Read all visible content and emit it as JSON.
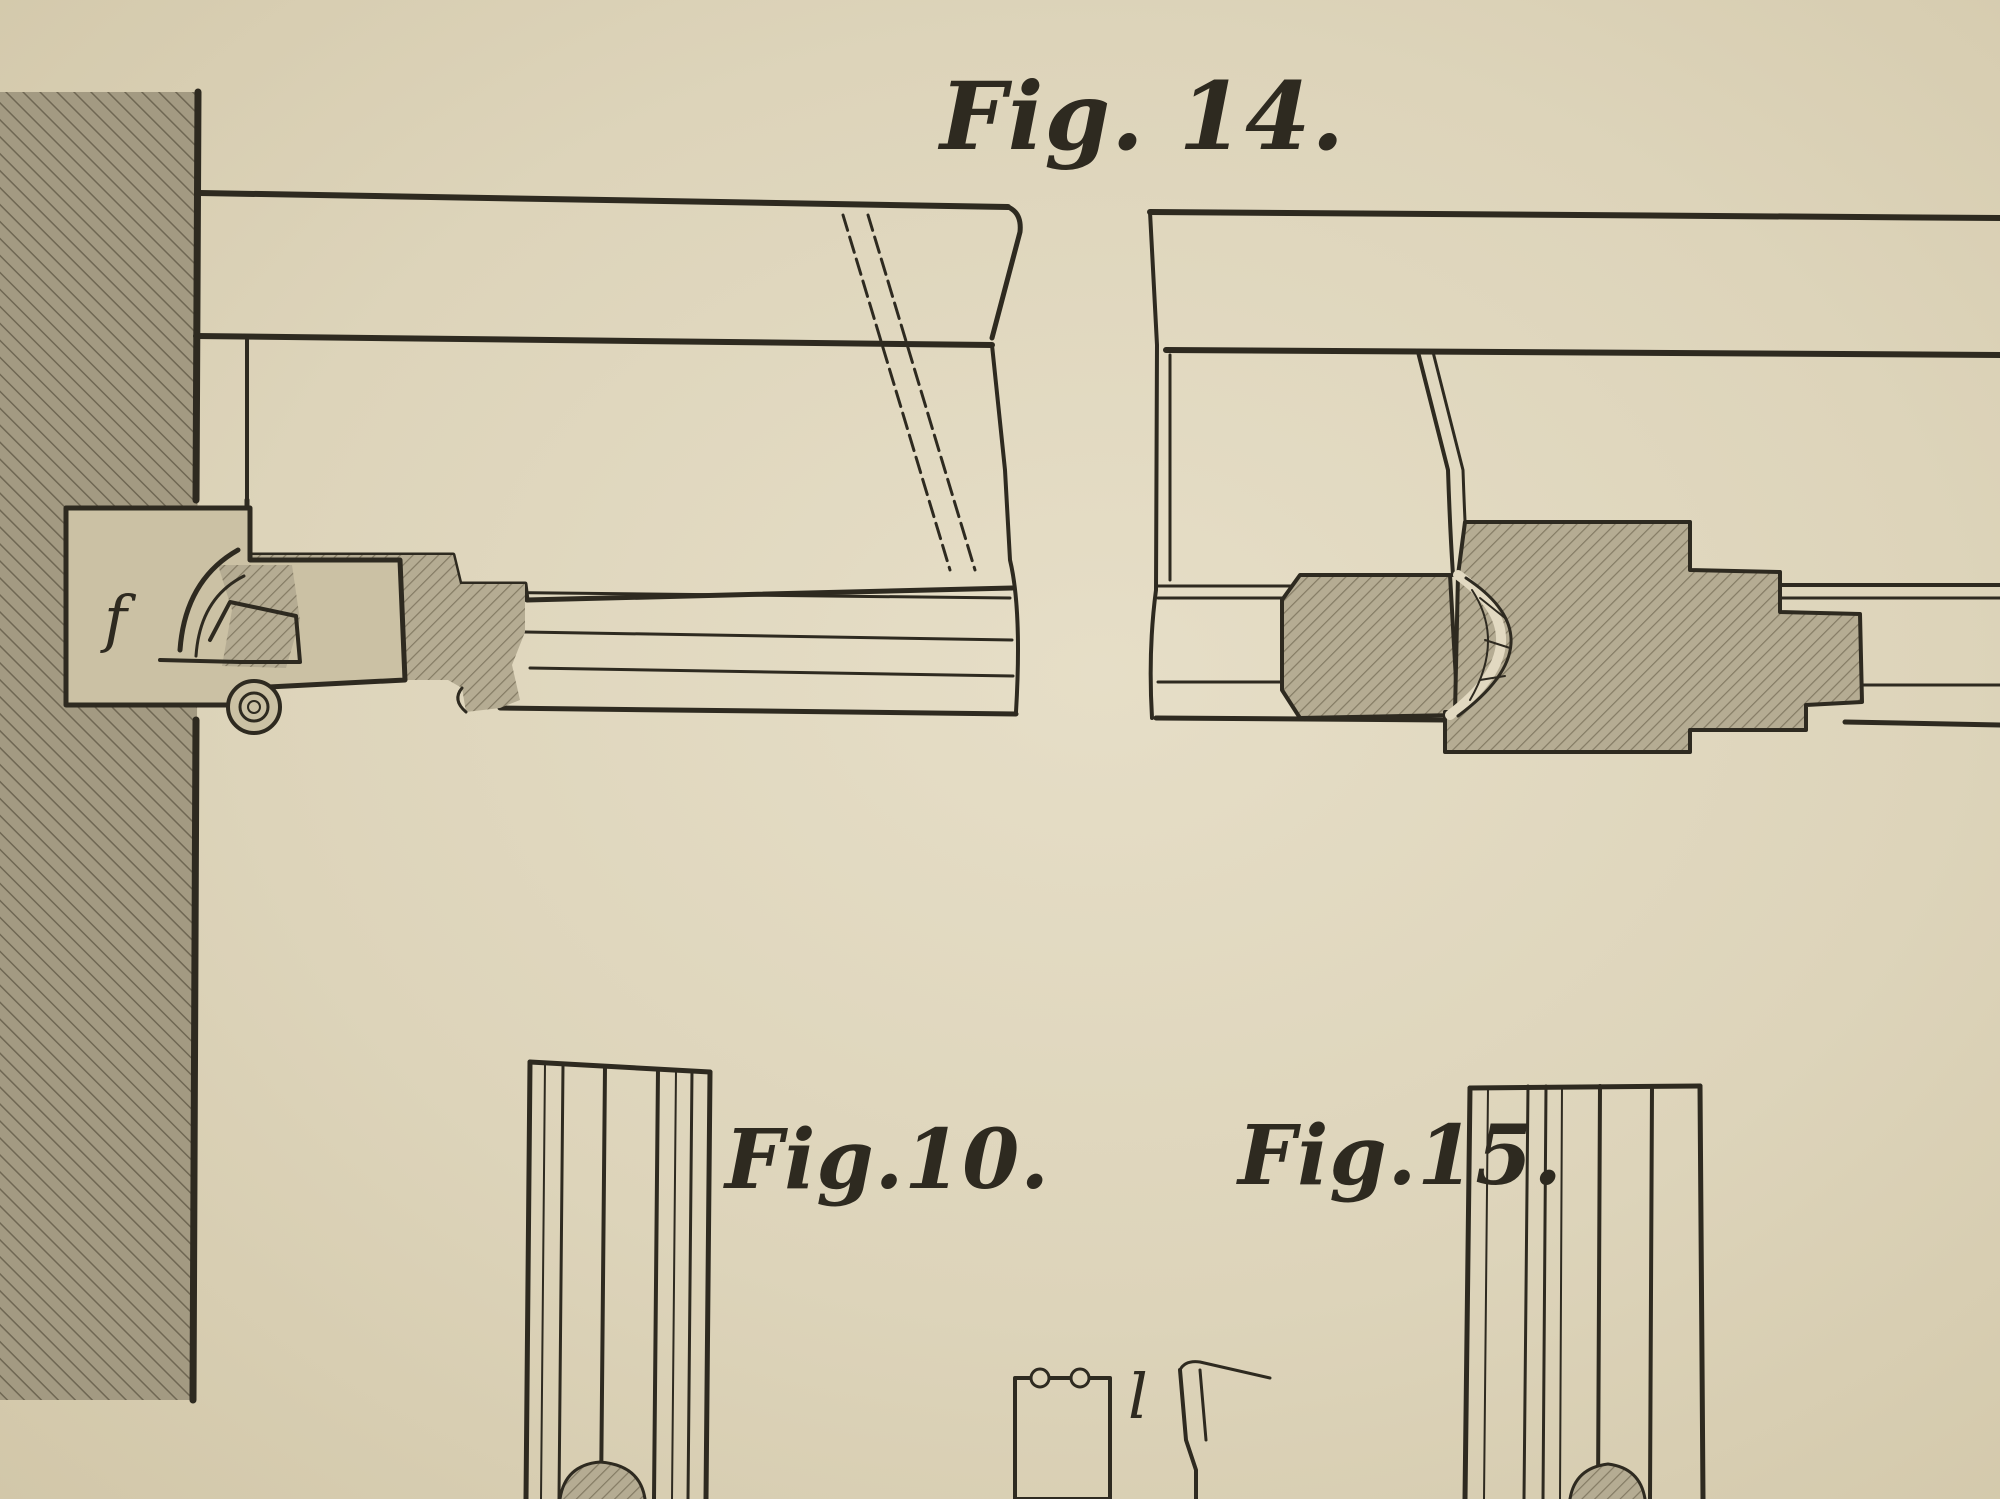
{
  "labels": {
    "fig14": "Fig. 14.",
    "fig10": "Fig.10.",
    "fig15": "Fig.15.",
    "letter_f": "f",
    "letter_l": "l"
  },
  "colors": {
    "ink": "#2e2a20",
    "paper": "#ddd3b8",
    "hatch": "#8f8670",
    "wall": "#a39a82"
  }
}
